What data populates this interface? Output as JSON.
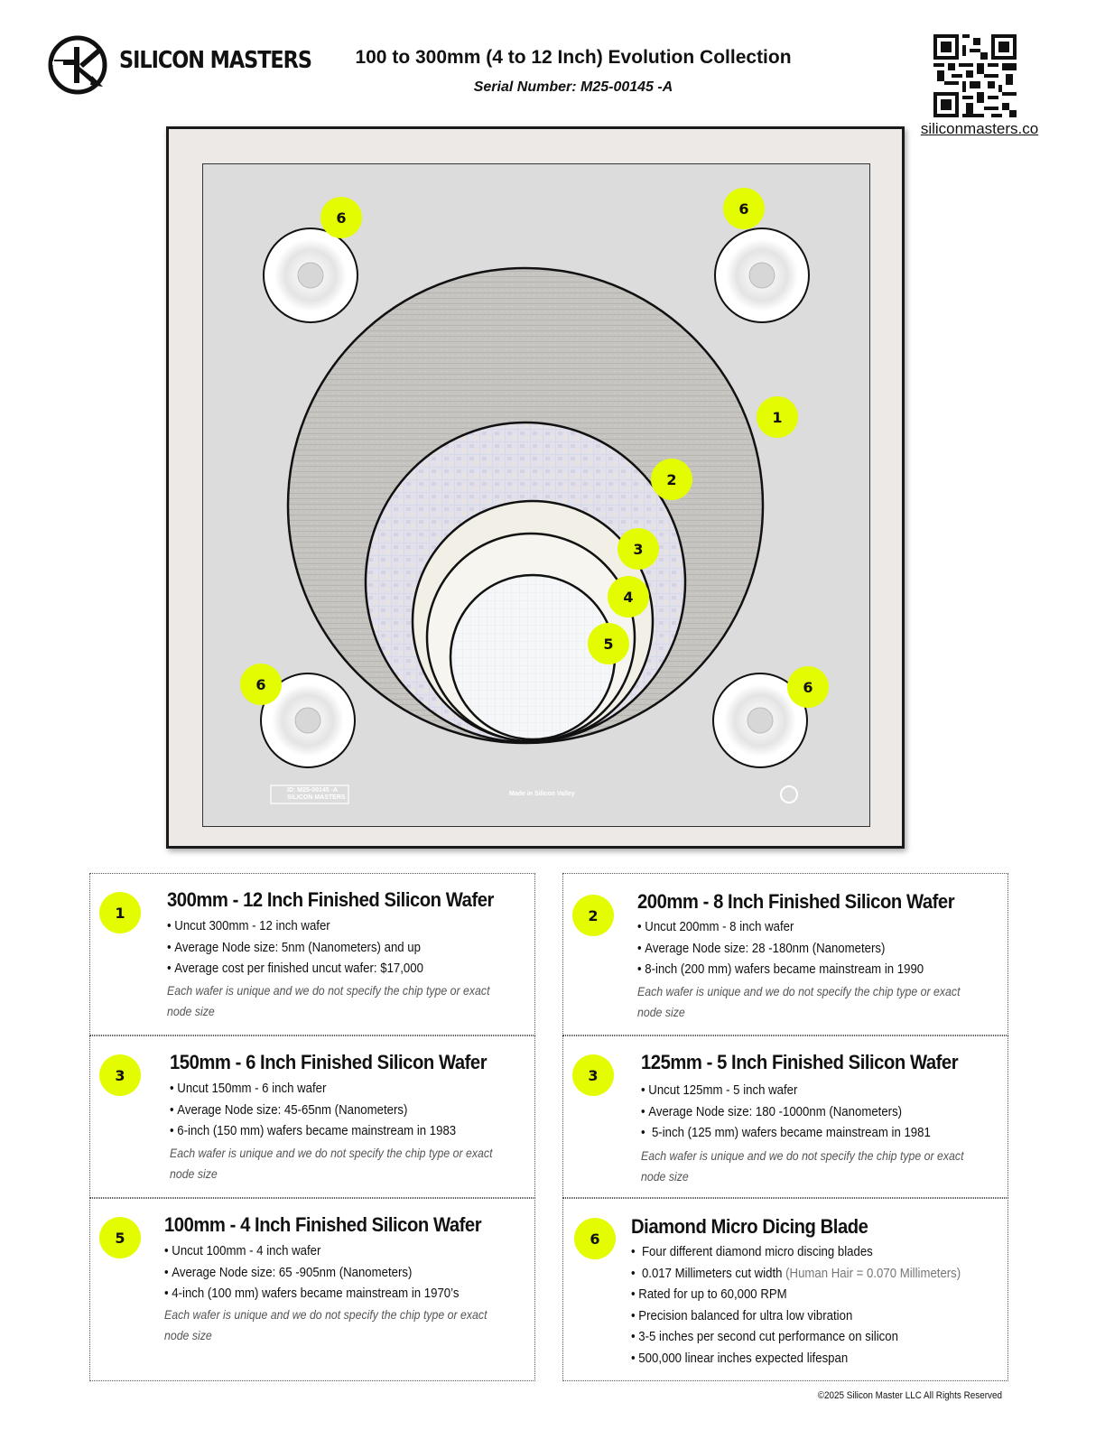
{
  "header": {
    "brand": "SILICON MASTERS",
    "title": "100 to 300mm (4 to 12 Inch) Evolution Collection",
    "serial": "Serial Number: M25-00145 -A",
    "website": "siliconmasters.co"
  },
  "display": {
    "plate_label_line1": "ID: M25-00145 -A",
    "plate_label_line2": "SILICON MASTERS",
    "made_in": "Made in Silicon Valley",
    "badges": {
      "wafer_300": "1",
      "wafer_200": "2",
      "wafer_150": "3",
      "wafer_125": "4",
      "wafer_100": "5",
      "blade": "6"
    }
  },
  "cards": {
    "c300": {
      "badge": "1",
      "title": "300mm - 12 Inch Finished Silicon Wafer",
      "items": [
        "Uncut 300mm - 12 inch wafer",
        "Average Node size: 5nm (Nanometers) and up",
        "Average cost per finished uncut wafer: $17,000"
      ],
      "note": "Each wafer is unique and we do not specify the chip type or exact node size"
    },
    "c200": {
      "badge": "2",
      "title": "200mm - 8 Inch Finished Silicon Wafer",
      "items": [
        "Uncut 200mm - 8 inch wafer",
        "Average Node size: 28 -180nm (Nanometers)",
        "8-inch (200 mm) wafers became mainstream in 1990"
      ],
      "note": "Each wafer is unique and we do not specify the chip type or exact node size"
    },
    "c150": {
      "badge": "3",
      "title": "150mm - 6 Inch Finished Silicon Wafer",
      "items": [
        "Uncut 150mm - 6 inch wafer",
        "Average Node size: 45-65nm (Nanometers)",
        "6-inch (150 mm) wafers became mainstream in 1983"
      ],
      "note": "Each wafer is unique and we do not specify the chip type or exact node size"
    },
    "c125": {
      "badge": "3",
      "title": "125mm - 5 Inch Finished Silicon Wafer",
      "items": [
        "Uncut 125mm - 5 inch wafer",
        "Average Node size: 180 -1000nm (Nanometers)",
        " 5-inch (125 mm) wafers became mainstream in 1981"
      ],
      "note": "Each wafer is unique and we do not specify the chip type or exact node size"
    },
    "c100": {
      "badge": "5",
      "title": "100mm - 4 Inch Finished Silicon Wafer",
      "items": [
        "Uncut 100mm - 4 inch wafer",
        "Average Node size: 65 -905nm (Nanometers)",
        "4-inch (100 mm) wafers became mainstream in 1970’s"
      ],
      "note": "Each wafer is unique and we do not specify the chip type or exact node size"
    },
    "blade": {
      "badge": "6",
      "title": "Diamond Micro Dicing Blade",
      "item1": " Four different diamond micro discing blades",
      "item2_main": " 0.017 Millimeters cut width",
      "item2_muted": " (Human Hair = 0.070 Millimeters)",
      "item3": "Rated for up to 60,000 RPM",
      "item4": "Precision balanced for ultra low vibration",
      "item5": "3-5 inches per second cut performance on silicon",
      "item6": "500,000 linear inches expected lifespan"
    }
  },
  "footer": {
    "copyright": "©2025  Silicon Master LLC All Rights Reserved"
  },
  "colors": {
    "badge": "#e3fc02",
    "frame": "#1a1a1a",
    "mat": "#dcdcdc"
  }
}
